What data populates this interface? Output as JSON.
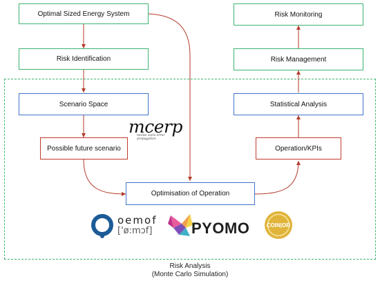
{
  "nodes": {
    "optimal_sized_energy_system": "Optimal Sized Energy System",
    "risk_identification": "Risk Identification",
    "scenario_space": "Scenario Space",
    "possible_future_scenario": "Possible future scenario",
    "optimisation_of_operation": "Optimisation of Operation",
    "operation_kpis": "Operation/KPIs",
    "statistical_analysis": "Statistical Analysis",
    "risk_management": "Risk Management",
    "risk_monitoring": "Risk Monitoring"
  },
  "region": {
    "caption_line1": "Risk Analysis",
    "caption_line2": "(Monte Carlo Simulation)"
  },
  "logos": {
    "mcerp": {
      "name": "mcerp",
      "subtitle": "monte carlo error propagation"
    },
    "oemof": {
      "name": "oemof",
      "phonetic": "['ø:mɔf]",
      "color": "#1c5b96"
    },
    "pyomo": {
      "name": "PYOMO"
    },
    "coinor": {
      "name": "COIN|OR",
      "color": "#e0b43a"
    }
  },
  "colors": {
    "green": "#3cb371",
    "blue": "#3f74c8",
    "red": "#c0392b",
    "arrow": "#b23a2a"
  }
}
